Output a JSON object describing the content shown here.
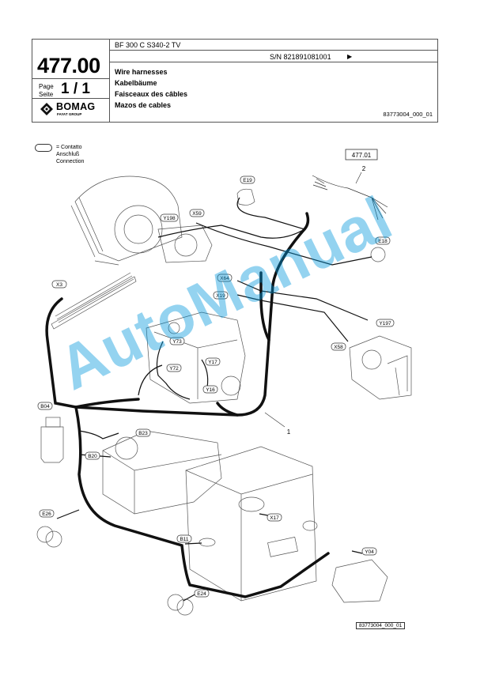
{
  "header": {
    "page_number": "477.00",
    "page_label_line1": "Page",
    "page_label_line2": "Seite",
    "page_value": "1 / 1",
    "brand": "BOMAG",
    "brand_sub": "FAYAT GROUP",
    "model": "BF 300 C S340-2 TV",
    "serial": "S/N 821891081001",
    "serial_arrow": "▶",
    "titles": [
      "Wire harnesses",
      "Kabelbäume",
      "Faisceaux des câbles",
      "Mazos de cables"
    ],
    "doc_id": "83773004_000_01"
  },
  "legend": {
    "lines": [
      "= Contatto",
      "Anschluß",
      "Connection"
    ]
  },
  "callouts": {
    "ref_box": "477.01",
    "item_2": "2",
    "item_1": "1",
    "labels": [
      "E19",
      "X59",
      "Y198",
      "E18",
      "X64",
      "X19",
      "Y197",
      "X3",
      "Y73",
      "Y17",
      "Y72",
      "Y16",
      "X58",
      "B04",
      "B23",
      "B20",
      "E26",
      "X17",
      "B11",
      "Y04",
      "E24"
    ]
  },
  "footer_ref": "83773004_000_01",
  "watermark": "AutoManual"
}
